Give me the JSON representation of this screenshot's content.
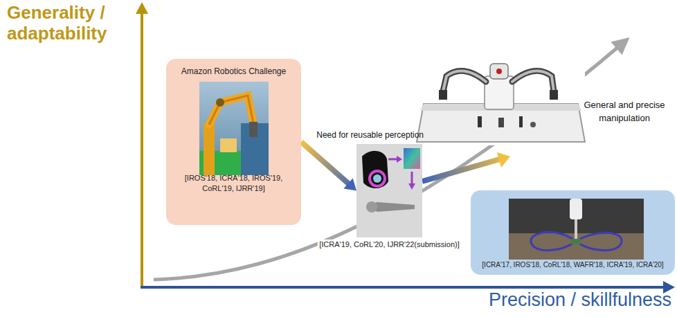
{
  "diagram": {
    "nodes": [
      {
        "text": [
          "Amazon Robotics Challenge",
          "[IROS'18, ICRA'18, IROS'19, CoRL'19, IJRR'19]"
        ]
      },
      {
        "text": [
          "Need for reusable perception",
          "[ICRA'19, CoRL'20, IJRR'22(submission)]"
        ]
      },
      {
        "text": [
          "[ICRA'17, IROS'18, CoRL'18, WAFR'18, ICRA'19, ICRA'20]"
        ]
      }
    ],
    "edges": [
      {
        "from": 0,
        "to": 1,
        "arrow": "to"
      }
    ],
    "labels": [
      "Generality / adaptability",
      "General and precise manipulation",
      "Precision / skillfulness"
    ]
  }
}
